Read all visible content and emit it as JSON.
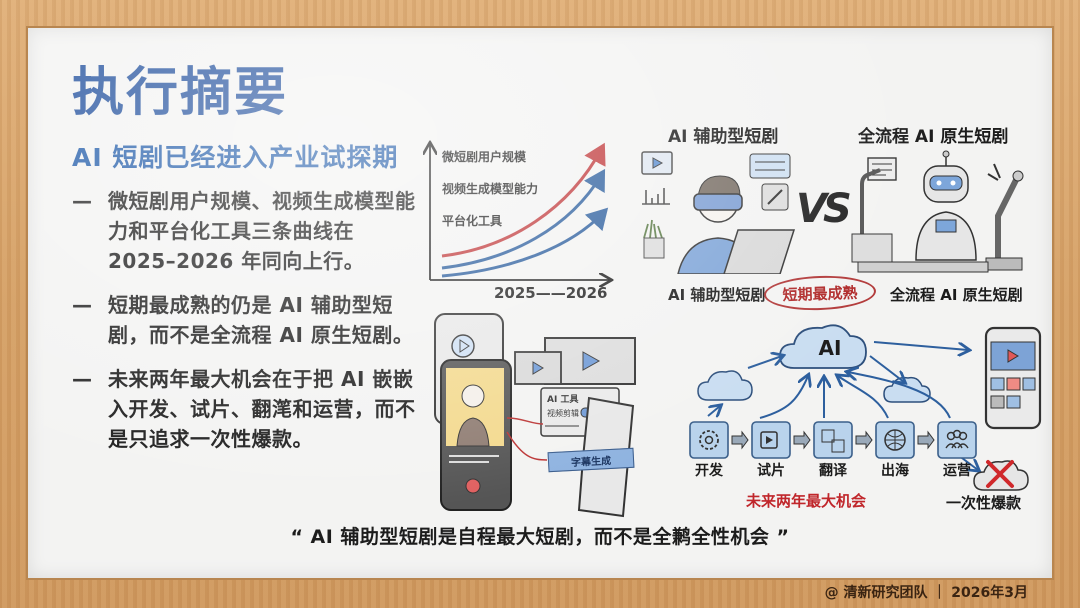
{
  "slide": {
    "title": "执行摘要",
    "subtitle": "AI 短剧已经进入产业试探期",
    "bullets": [
      {
        "dash": "—",
        "text": "微短剧用户规模、视频生成模型能力和平台化工具三条曲线在 2025–2026 年同向上行。"
      },
      {
        "dash": "—",
        "text": "短期最成熟的仍是 AI 辅助型短剧，而不是全流程 AI 原生短剧。"
      },
      {
        "dash": "—",
        "text": "未来两年最大机会在于把 AI 嵌嵌入开发、试片、翻滗和运营，而不是只追求一次性爆款。"
      }
    ],
    "quote": "“ AI 辅助型短剧是自程最大短剧，而不是全鹣全性机会 ”"
  },
  "trend_chart": {
    "labels": [
      "微短剧用户规模",
      "视频生成模型能力",
      "平台化工具"
    ],
    "x_axis": "2025——2026",
    "colors": {
      "users": "#c0393b",
      "models": "#2d5f9e",
      "tools": "#2d5f9e"
    }
  },
  "comparison": {
    "left_title": "AI 辅助型短剧",
    "right_title": "全流程 AI 原生短剧",
    "vs": "VS",
    "left_caption": "AI 辅助型短剧",
    "badge": "短期最成熟",
    "right_caption": "全流程 AI 原生短剧"
  },
  "phones_illustration": {
    "panel_title": "AI 工具",
    "panel_row": "视频剪辑",
    "tag": "字幕生成"
  },
  "workflow": {
    "hub": "AI",
    "steps": [
      "开发",
      "试片",
      "翻译",
      "出海",
      "运营"
    ],
    "opportunity": "未来两年最大机会",
    "rejected": "一次性爆款"
  },
  "footer": {
    "credit": "@ 清新研究团队 ｜ 2026年3月"
  },
  "colors": {
    "title": "#1f4e9c",
    "accent_red": "#c0262b",
    "frame_wood": "#d6a46c",
    "board": "#f3f3f2",
    "icon_fill": "#b9d3ec",
    "icon_stroke": "#3b5f8a"
  }
}
